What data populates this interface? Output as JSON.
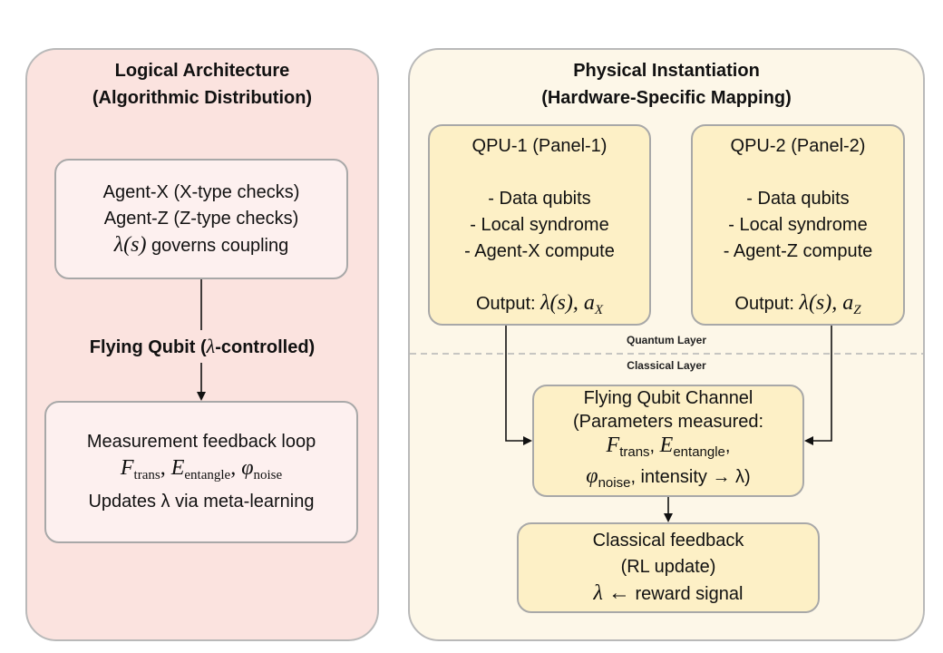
{
  "left": {
    "title_line1": "Logical Architecture",
    "title_line2": "(Algorithmic Distribution)",
    "agents_box": {
      "line1": "Agent-X (X-type checks)",
      "line2": "Agent-Z (Z-type checks)",
      "line3_math": "λ(s)",
      "line3_text": " governs coupling"
    },
    "flying_label": {
      "prefix": "Flying Qubit (",
      "symbol": "λ",
      "suffix": "-controlled)"
    },
    "feedback_box": {
      "line1": "Measurement feedback loop",
      "math_F": "F",
      "math_F_sub": "trans",
      "math_E": "E",
      "math_E_sub": "entangle",
      "math_phi": "φ",
      "math_phi_sub": "noise",
      "line3": "Updates λ via meta-learning"
    }
  },
  "right": {
    "title_line1": "Physical Instantiation",
    "title_line2": "(Hardware-Specific Mapping)",
    "qpu1": {
      "title": "QPU-1 (Panel-1)",
      "item1": "- Data qubits",
      "item2": "- Local syndrome",
      "item3": "- Agent-X compute",
      "output_label": "Output: ",
      "output_math": "λ(s), a",
      "output_sub": "X"
    },
    "qpu2": {
      "title": "QPU-2 (Panel-2)",
      "item1": "- Data qubits",
      "item2": "- Local syndrome",
      "item3": "- Agent-Z compute",
      "output_label": "Output: ",
      "output_math": "λ(s), a",
      "output_sub": "Z"
    },
    "quantum_layer": "Quantum Layer",
    "classical_layer": "Classical Layer",
    "channel": {
      "line1": "Flying Qubit Channel",
      "line2": "(Parameters measured:",
      "F": "F",
      "F_sub": "trans",
      "E": "E",
      "E_sub": "entangle",
      "phi": "φ",
      "phi_sub": "noise",
      "line4_text": ", intensity → λ)"
    },
    "classical_feedback": {
      "line1": "Classical feedback",
      "line2": "(RL update)",
      "line3_math": "λ ←",
      "line3_text": " reward signal"
    }
  },
  "colors": {
    "left_panel_bg": "#fbe3df",
    "right_panel_bg": "#fdf7e8",
    "cream_box": "#fdf0c6",
    "pink_box": "#fdf0ef",
    "border": "#a8a8a8"
  }
}
